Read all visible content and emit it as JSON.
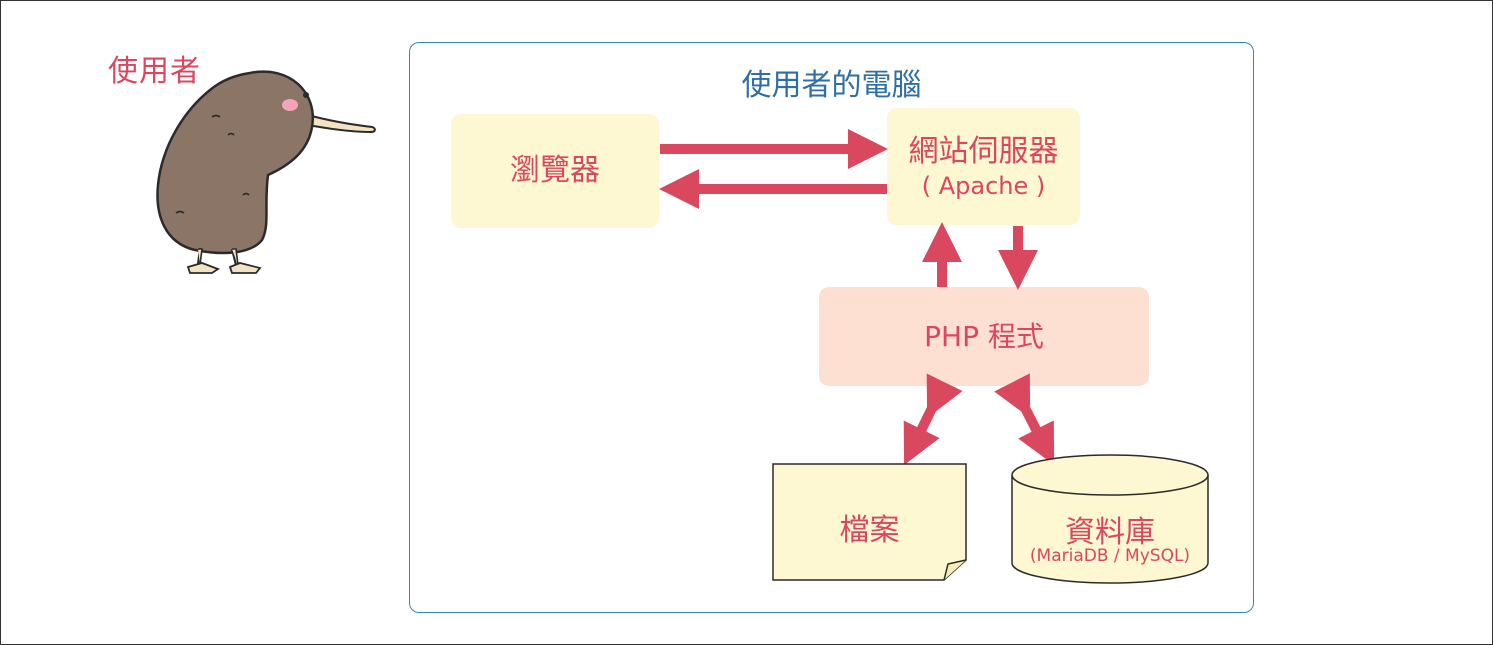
{
  "user": {
    "label": "使用者"
  },
  "computer": {
    "title": "使用者的電腦"
  },
  "nodes": {
    "browser": {
      "label": "瀏覽器"
    },
    "webserver": {
      "label": "網站伺服器",
      "sub": "( Apache )"
    },
    "php": {
      "label": "PHP 程式"
    },
    "file": {
      "label": "檔案"
    },
    "database": {
      "label": "資料庫",
      "sub": "(MariaDB / MySQL)"
    }
  },
  "colors": {
    "accent": "#d9485f",
    "frame_blue": "#3b86b8",
    "title_blue": "#2f6fa3",
    "node_yellow": "#fdf7d2",
    "node_peach": "#fde0d2",
    "kiwi_body": "#8b7566"
  }
}
